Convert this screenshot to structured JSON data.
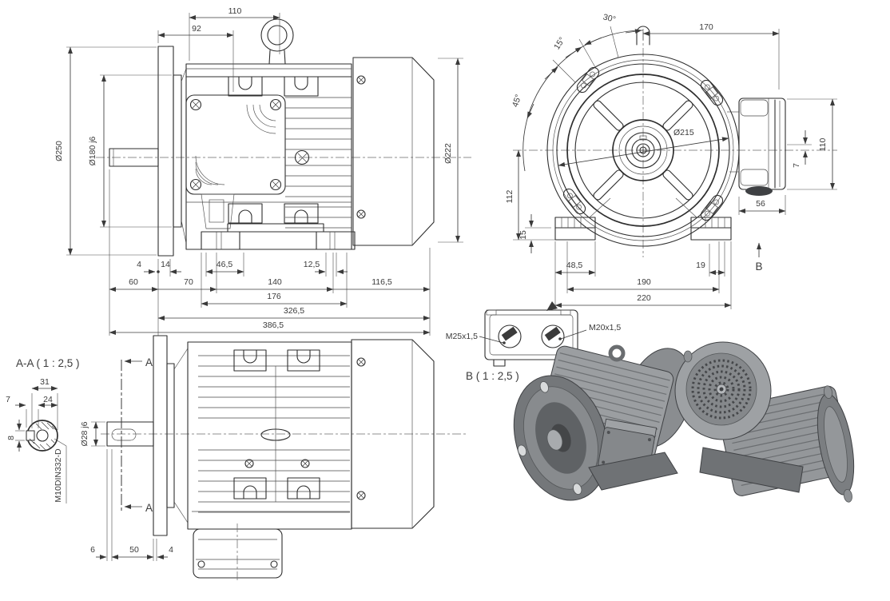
{
  "colors": {
    "line": "#2e2e2e",
    "dimension": "#3a3a3a",
    "text": "#3b3b3b",
    "background": "#ffffff",
    "render_light": "#c2c5c7",
    "render_mid": "#94979a",
    "render_dark": "#6f7275",
    "render_shadow": "#45474a"
  },
  "side_view": {
    "d110": "110",
    "d92": "92",
    "d250": "Ø250",
    "d180": "Ø180 j6",
    "d222": "Ø222",
    "d4": "4",
    "d14": "14",
    "d46_5": "46,5",
    "d12_5": "12,5",
    "d60": "60",
    "d70": "70",
    "d140": "140",
    "d116_5": "116,5",
    "d176": "176",
    "d326_5": "326,5",
    "d386_5": "386,5"
  },
  "front_view": {
    "a30": "30°",
    "a15": "15°",
    "a45": "45°",
    "d170": "170",
    "d215": "Ø215",
    "d110": "110",
    "d7": "7",
    "d56": "56",
    "d112": "112",
    "d15": "15",
    "d48_5": "48,5",
    "d19": "19",
    "d190": "190",
    "d220": "220",
    "view_b": "B"
  },
  "section_aa": {
    "title": "A-A ( 1 : 2,5 )",
    "d31": "31",
    "d7": "7",
    "d24": "24",
    "d8": "8",
    "thread": "M10DIN332-D"
  },
  "top_view": {
    "label_a": "A",
    "d28": "Ø28 j6",
    "d6": "6",
    "d50": "50",
    "d4": "4"
  },
  "detail_b": {
    "title": "B ( 1 : 2,5 )",
    "gland_left": "M25x1,5",
    "gland_right": "M20x1,5"
  }
}
